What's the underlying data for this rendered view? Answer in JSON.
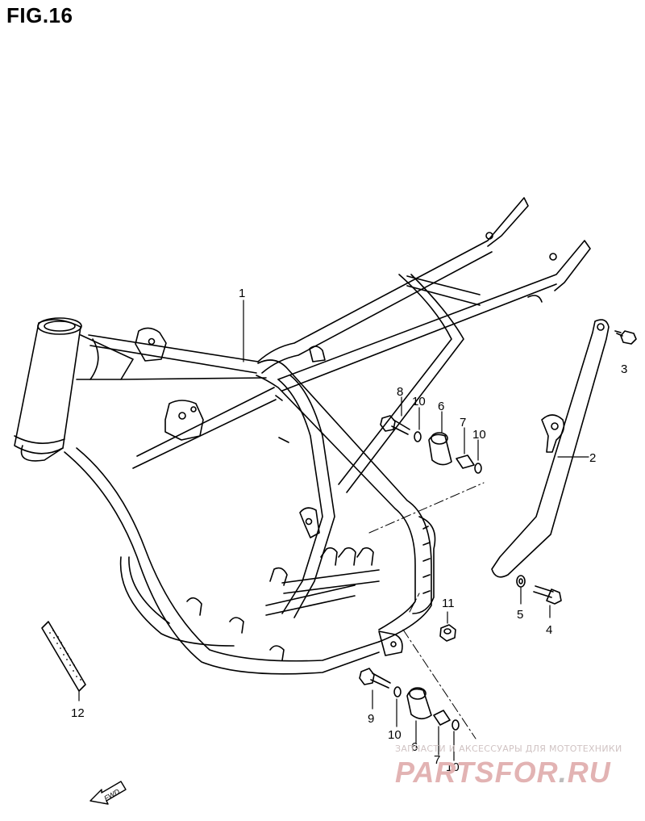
{
  "figure": {
    "title": "FIG.16"
  },
  "callouts": [
    {
      "id": "1",
      "text": "1"
    },
    {
      "id": "2",
      "text": "2"
    },
    {
      "id": "3",
      "text": "3"
    },
    {
      "id": "4",
      "text": "4"
    },
    {
      "id": "5",
      "text": "5"
    },
    {
      "id": "6a",
      "text": "6"
    },
    {
      "id": "6b",
      "text": "6"
    },
    {
      "id": "7a",
      "text": "7"
    },
    {
      "id": "7b",
      "text": "7"
    },
    {
      "id": "8",
      "text": "8"
    },
    {
      "id": "9",
      "text": "9"
    },
    {
      "id": "10a",
      "text": "10"
    },
    {
      "id": "10b",
      "text": "10"
    },
    {
      "id": "10c",
      "text": "10"
    },
    {
      "id": "10d",
      "text": "10"
    },
    {
      "id": "11",
      "text": "11"
    },
    {
      "id": "12",
      "text": "12"
    }
  ],
  "fwd_label": "FWD",
  "watermark": {
    "tagline": "ЗАПЧАСТИ И АКСЕССУАРЫ ДЛЯ МОТОТЕХНИКИ",
    "brand": "PARTSFOR",
    "dot": ".",
    "tld": "RU"
  }
}
